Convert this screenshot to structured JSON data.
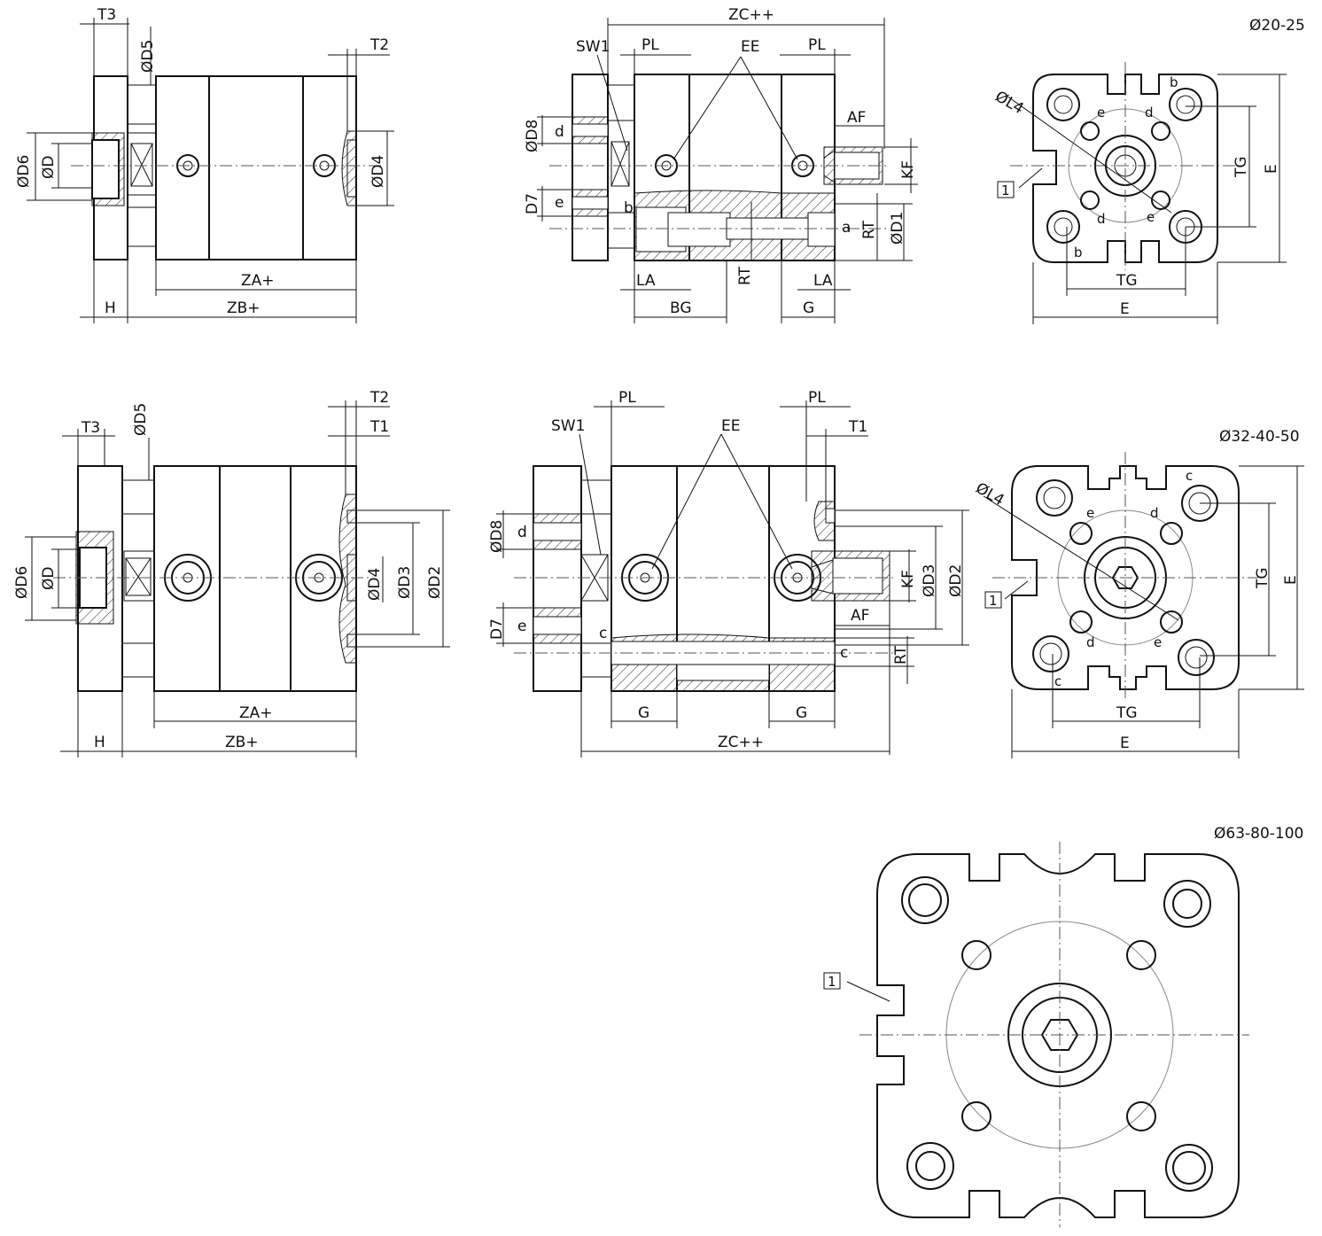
{
  "size_labels": {
    "small": "Ø20-25",
    "medium": "Ø32-40-50",
    "large": "Ø63-80-100"
  },
  "dims": {
    "T1": "T1",
    "T2": "T2",
    "T3": "T3",
    "D": "ØD",
    "D1": "ØD1",
    "D2": "ØD2",
    "D3": "ØD3",
    "D4": "ØD4",
    "D5": "ØD5",
    "D6": "ØD6",
    "D7": "D7",
    "D8": "ØD8",
    "ZA": "ZA+",
    "ZB": "ZB+",
    "ZC": "ZC++",
    "H": "H",
    "SW1": "SW1",
    "PL": "PL",
    "EE": "EE",
    "AF": "AF",
    "KF": "KF",
    "RT": "RT",
    "LA": "LA",
    "BG": "BG",
    "G": "G",
    "E": "E",
    "TG": "TG",
    "L4": "ØL4"
  },
  "letters": {
    "a": "a",
    "b": "b",
    "c": "c",
    "d": "d",
    "e": "e"
  },
  "callout": "1"
}
